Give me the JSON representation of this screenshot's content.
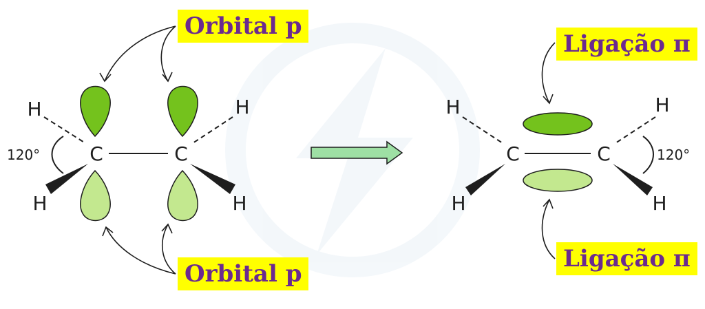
{
  "labels": {
    "orbital_top": "Orbital p",
    "orbital_bottom": "Orbital p",
    "pi_top": "Ligação π",
    "pi_bottom": "Ligação π"
  },
  "atoms": {
    "carbon": "C",
    "hydrogen": "H"
  },
  "angle": "120°",
  "colors": {
    "label_bg": "#ffff00",
    "label_text": "#6b2a8f",
    "lobe_dark": "#74c21d",
    "lobe_light": "#c3e88f",
    "arrow_fill": "#9ee0a4"
  }
}
